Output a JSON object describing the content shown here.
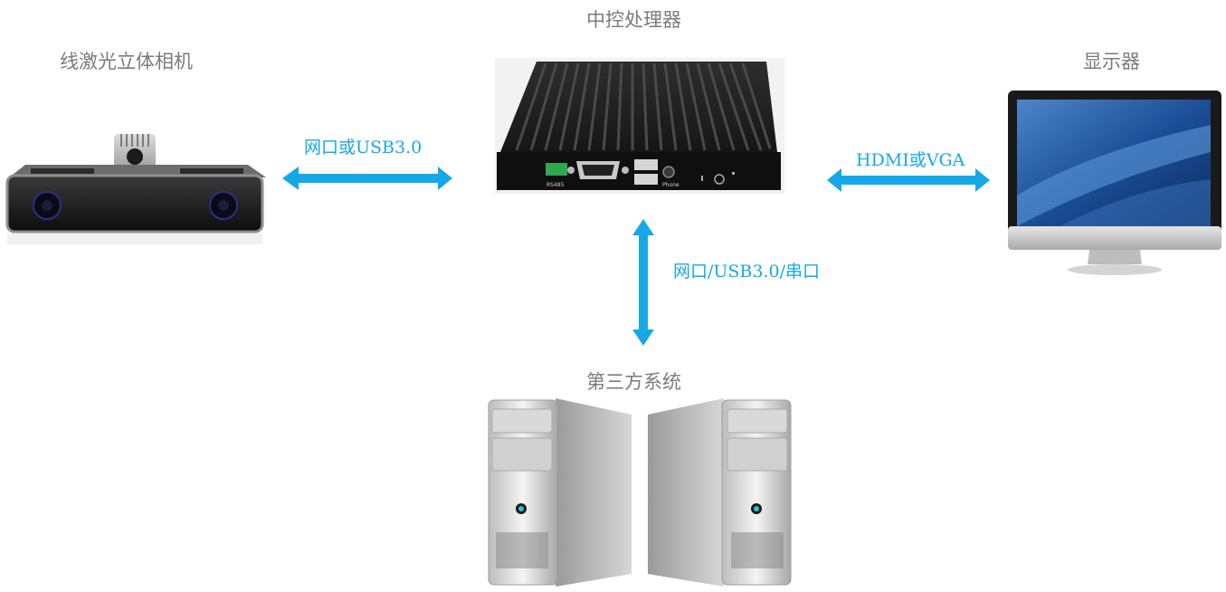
{
  "nodes": {
    "camera": {
      "label": "线激光立体相机",
      "icon": "stereo-camera-icon"
    },
    "processor": {
      "label": "中控处理器",
      "icon": "mini-pc-icon",
      "port_labels": {
        "rs485": "RS485",
        "phone": "Phone"
      }
    },
    "display": {
      "label": "显示器",
      "icon": "monitor-icon"
    },
    "third_party": {
      "label": "第三方系统",
      "icon": "server-tower-icon"
    }
  },
  "connections": {
    "camera_processor": "网口或USB3.0",
    "processor_display": "HDMI或VGA",
    "processor_third_party": "网口/USB3.0/串口"
  },
  "colors": {
    "arrow": "#16a8e6",
    "label_text": "#7b7b7b"
  }
}
